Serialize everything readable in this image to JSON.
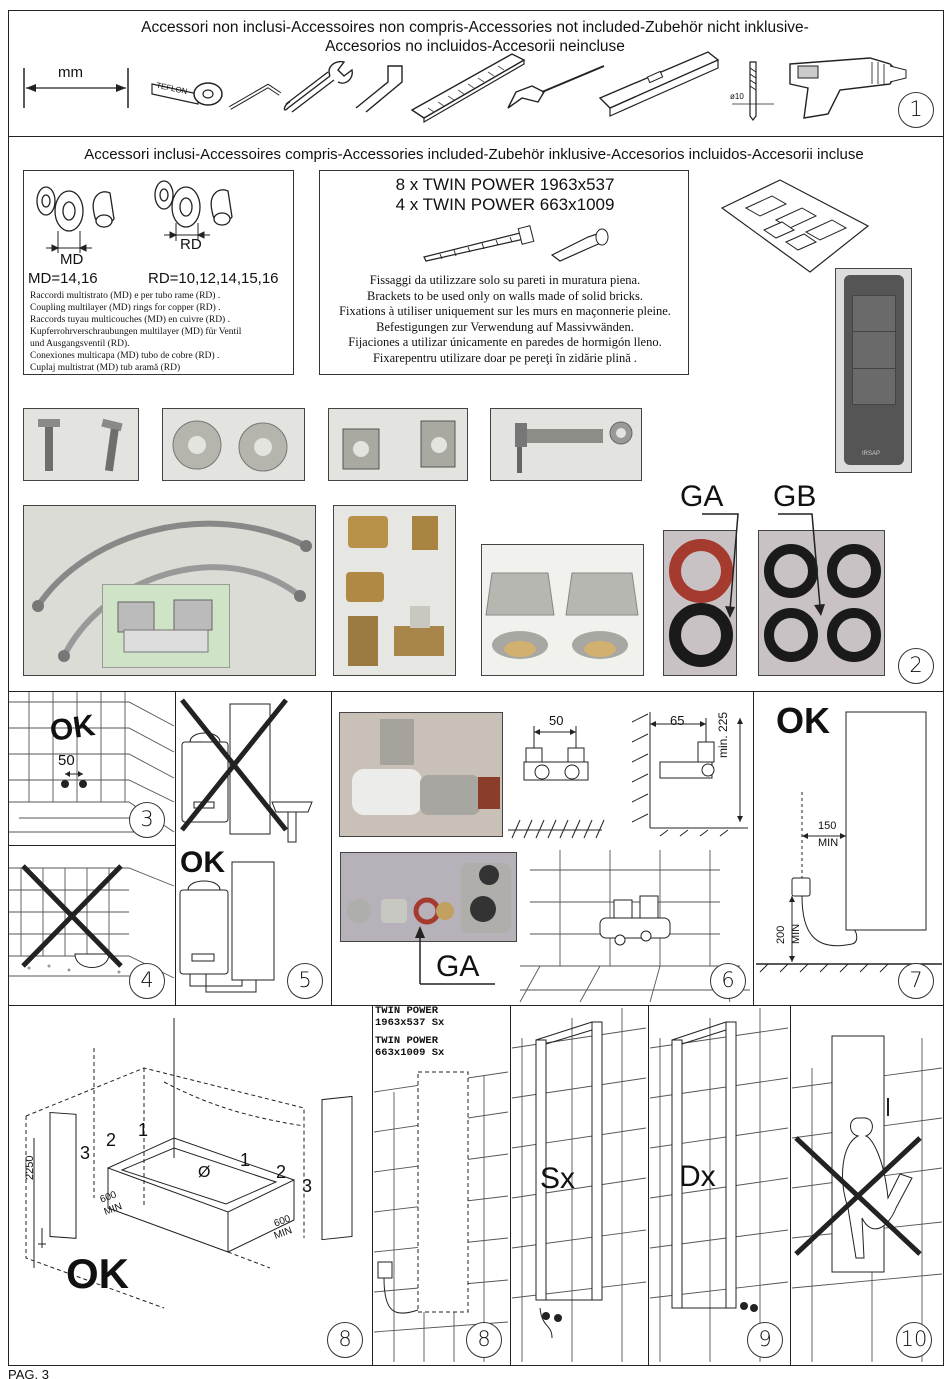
{
  "section1": {
    "header_line1": "Accessori non inclusi-Accessoires non compris-Accessories not included-Zubehör nicht inklusive-",
    "header_line2": "Accesorios no incluidos-Accesorii neincluse",
    "mm_label": "mm",
    "teflon_label": "TEFLON",
    "drill_label": "ø10",
    "step": "1"
  },
  "section2": {
    "header": "Accessori inclusi-Accessoires compris-Accessories included-Zubehör inklusive-Accesorios incluidos-Accesorii incluse",
    "md_label": "MD",
    "rd_label": "RD",
    "md_sizes": "MD=14,16",
    "rd_sizes": "RD=10,12,14,15,16",
    "coupling_lines": [
      "Raccordi multistrato (MD) e per tubo rame (RD) .",
      "Coupling multilayer (MD) rings for copper (RD) .",
      "Raccords tuyau multicouches (MD) en cuivre (RD) .",
      "Kupferrohrverschraubungen multilayer (MD) für Ventil",
      "und Ausgangsventil (RD).",
      "Conexiones multicapa (MD) tubo de cobre (RD) .",
      "Cuplaj multistrat (MD) tub aramă (RD)"
    ],
    "kit_line1": "8 x TWIN POWER 1963x537",
    "kit_line2": "4 x TWIN POWER 663x1009",
    "bracket_lines": [
      "Fissaggi da utilizzare solo su pareti in muratura piena.",
      "Brackets to be used only on walls made of solid bricks.",
      "Fixations à utiliser uniquement sur les murs en maçonnerie pleine.",
      "Befestigungen zur Verwendung auf Massivwänden.",
      "Fijaciones a utilizar únicamente en paredes de hormigón lleno.",
      "Fixarepentru utilizare doar pe pereţi în zidărie plină ."
    ],
    "remote_brand": "IRSAP",
    "ga_label": "GA",
    "gb_label": "GB",
    "step": "2"
  },
  "section3": {
    "ok": "OK",
    "dim": "50",
    "step": "3",
    "step4": "4",
    "ok5": "OK",
    "step5": "5",
    "dim6a": "50",
    "dim6b": "65",
    "dim6c": "min. 225",
    "ga6": "GA",
    "step6": "6",
    "ok7": "OK",
    "dim7a": "150",
    "dim7a_min": "MIN",
    "dim7b": "200",
    "dim7b_min": "MIN",
    "step7": "7"
  },
  "section4": {
    "zone1a": "1",
    "zone2a": "2",
    "zone3a": "3",
    "zone1b": "1",
    "zone2b": "2",
    "zone3b": "3",
    "zone0": "Ø",
    "height": "2250",
    "min600a": "600",
    "mina": "MIN",
    "min600b": "600",
    "minb": "MIN",
    "ok8": "OK",
    "step8a": "8",
    "model1_line1": "TWIN POWER",
    "model1_line2": "1963x537 Sx",
    "model2_line1": "TWIN POWER",
    "model2_line2": "663x1009 Sx",
    "step8b": "8",
    "sx": "Sx",
    "step9": "",
    "dx": "Dx",
    "step9b": "9",
    "step10": "10"
  },
  "footer": {
    "page": "PAG. 3"
  }
}
